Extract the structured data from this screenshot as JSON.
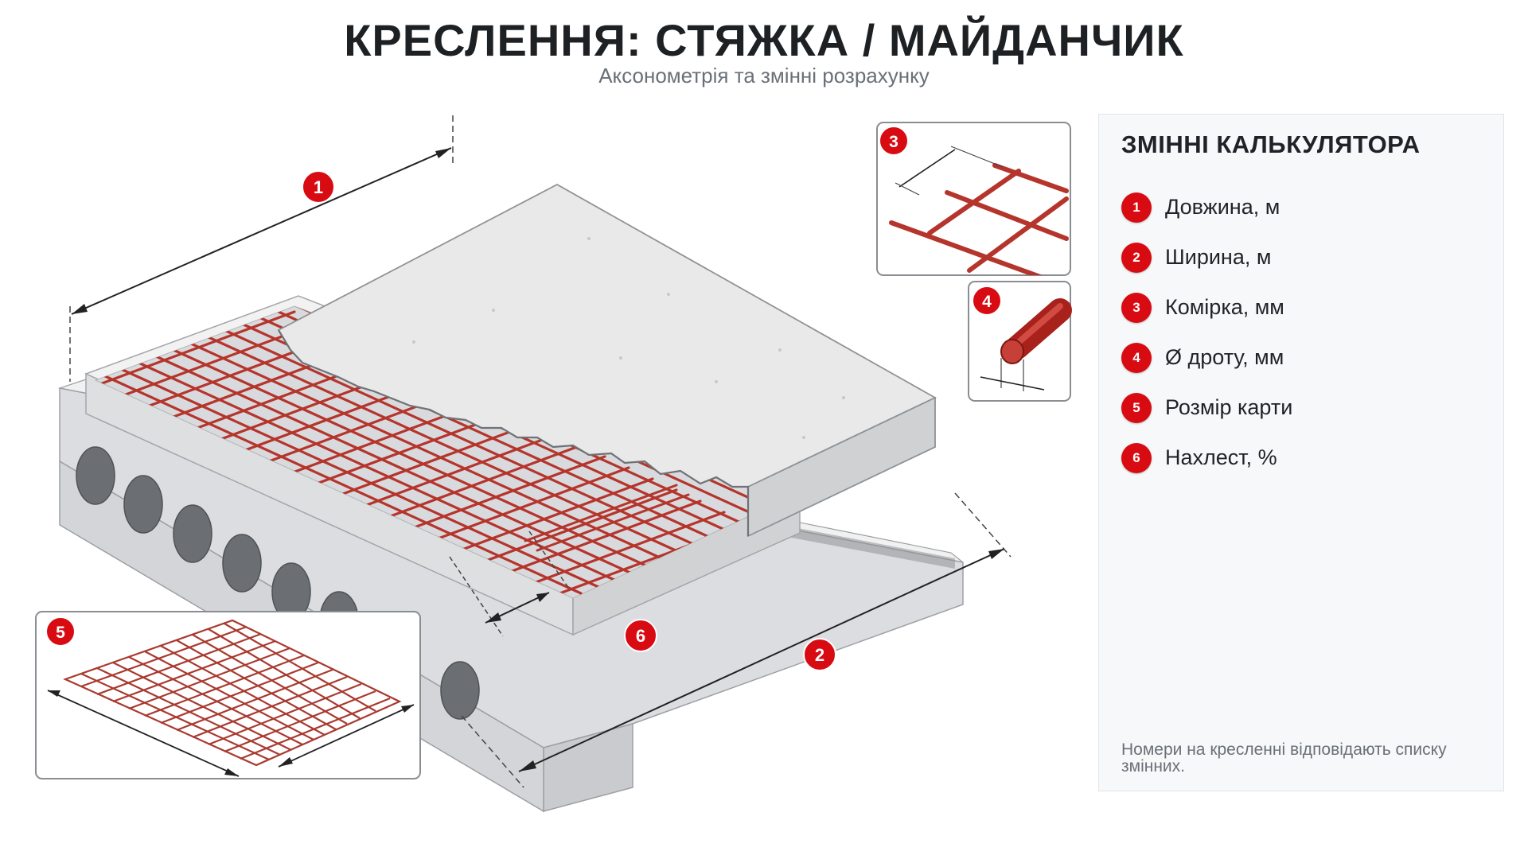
{
  "header": {
    "title": "КРЕСЛЕННЯ: СТЯЖКА / МАЙДАНЧИК",
    "subtitle": "Аксонометрія та змінні розрахунку"
  },
  "drawing": {
    "markers": [
      "1",
      "2",
      "3",
      "4",
      "5",
      "6"
    ]
  },
  "panel": {
    "title": "ЗМІННІ КАЛЬКУЛЯТОРА",
    "variables": [
      {
        "number": "1",
        "label": "Довжина, м"
      },
      {
        "number": "2",
        "label": "Ширина, м"
      },
      {
        "number": "3",
        "label": "Комірка, мм"
      },
      {
        "number": "4",
        "label": "Ø дроту, мм"
      },
      {
        "number": "5",
        "label": "Розмір карти"
      },
      {
        "number": "6",
        "label": "Нахлест, %"
      }
    ],
    "note": "Номери на кресленні відповідають списку змінних."
  },
  "colors": {
    "accent": "#d90b12",
    "rebar": "#b5352c",
    "concrete": "#e4e5e6",
    "concrete_dark": "#bfc1c3",
    "title": "#1e2124",
    "muted": "#6a7077"
  }
}
